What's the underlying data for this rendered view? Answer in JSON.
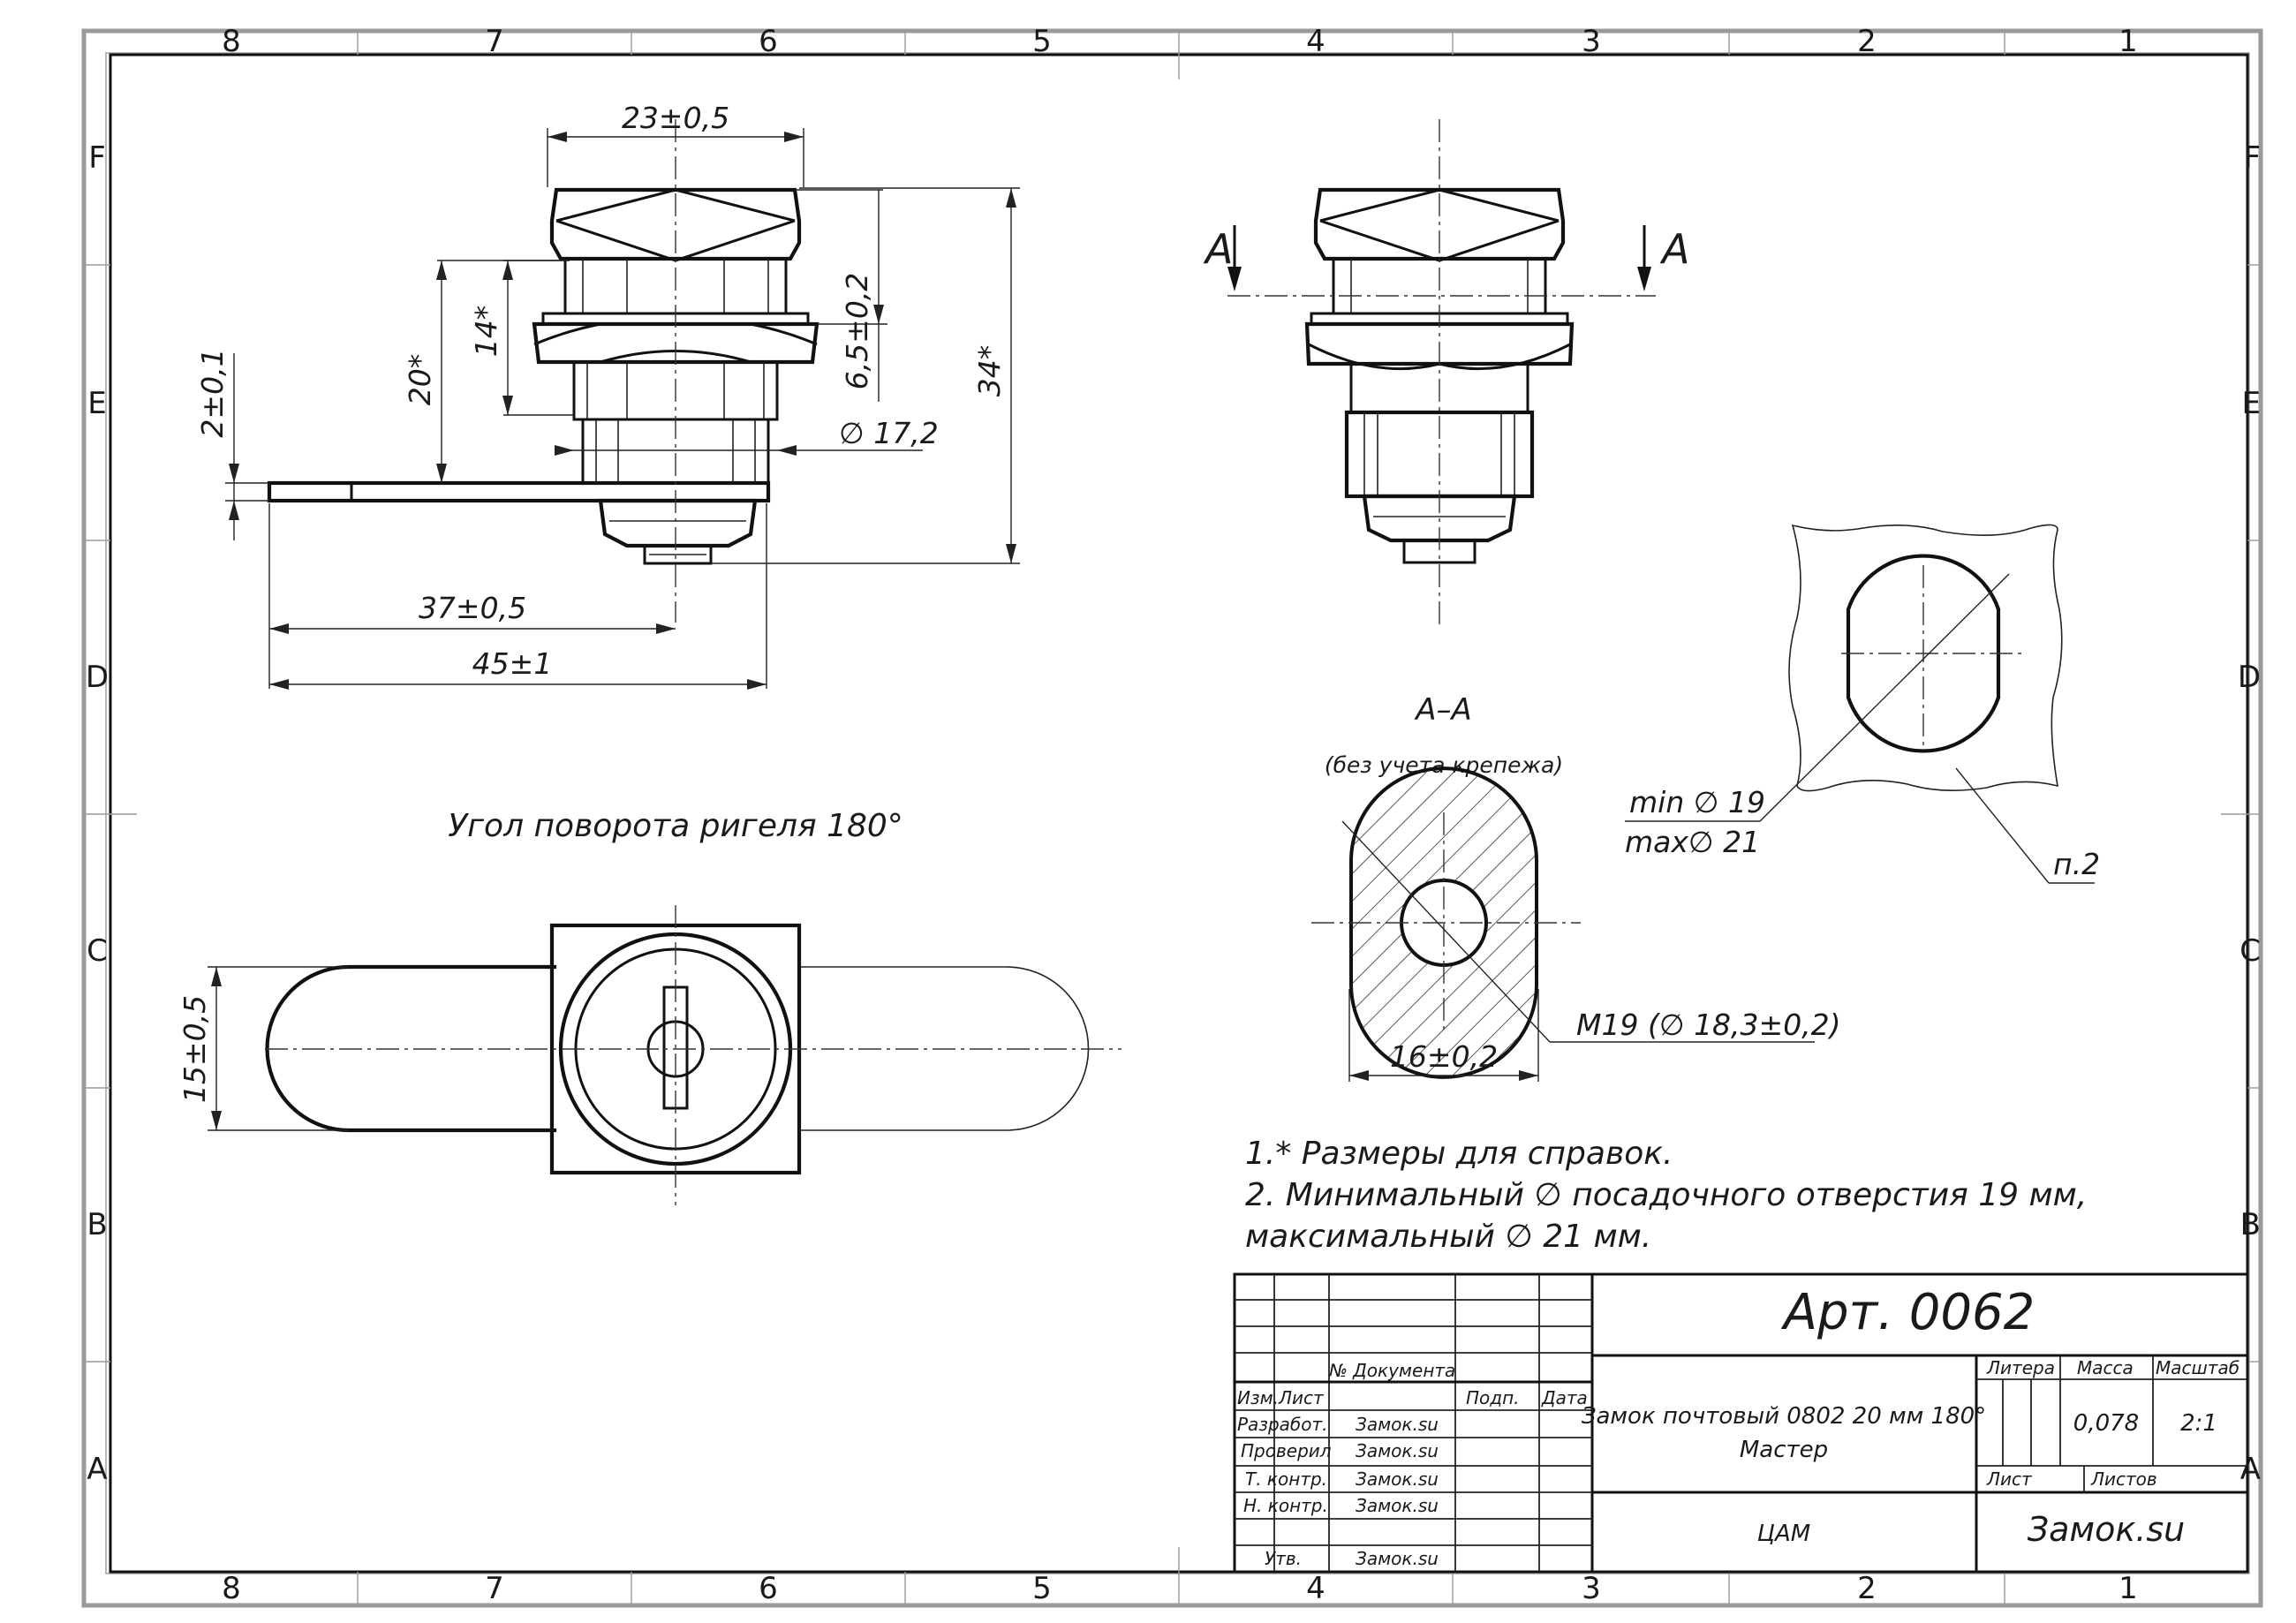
{
  "border": {
    "columns": [
      "8",
      "7",
      "6",
      "5",
      "4",
      "3",
      "2",
      "1"
    ],
    "rows": [
      "F",
      "E",
      "D",
      "C",
      "B",
      "A"
    ]
  },
  "dimensions": {
    "head_width": "23±0,5",
    "height_20": "20*",
    "height_14": "14*",
    "thread_len": "6,5±0,2",
    "total_height": "34*",
    "cam_thickness": "2±0,1",
    "cam_center": "37±0,5",
    "cam_length": "45±1",
    "body_dia": "∅ 17,2",
    "cam_width": "15±0,5",
    "section_width": "16±0,2",
    "thread": "M19  (∅ 18,3±0,2)",
    "hole_min": "min  ∅ 19",
    "hole_max": "max∅ 21",
    "leader_p2": "п.2"
  },
  "labels": {
    "section_mark_left": "A",
    "section_mark_right": "A",
    "section_title": "A–A",
    "section_sub": "(без учета крепежа)",
    "rotation": "Угол поворота ригеля 180°"
  },
  "notes": [
    "1.* Размеры для справок.",
    "2. Минимальный ∅ посадочного отверстия 19 мм,",
    "максимальный ∅  21 мм."
  ],
  "title_block": {
    "article": "Арт. 0062",
    "doc_no_label": "№ Документа",
    "izm": "Изм.",
    "list": "Лист",
    "podp": "Подп.",
    "data": "Дата",
    "rows": [
      {
        "role": "Разработ.",
        "name": "Замок.su"
      },
      {
        "role": "Проверил",
        "name": "Замок.su"
      },
      {
        "role": "Т. контр.",
        "name": "Замок.su"
      },
      {
        "role": "Н. контр.",
        "name": "Замок.su"
      },
      {
        "role": "Утв.",
        "name": "Замок.su"
      }
    ],
    "name_line1": "Замок почтовый 0802 20 мм 180°",
    "name_line2": "Мастер",
    "material": "ЦАМ",
    "litera_label": "Литера",
    "massa_label": "Масса",
    "masshtab_label": "Масштаб",
    "massa": "0,078",
    "masshtab": "2:1",
    "list_label": "Лист",
    "listov_label": "Листов",
    "company": "Замок.su"
  }
}
